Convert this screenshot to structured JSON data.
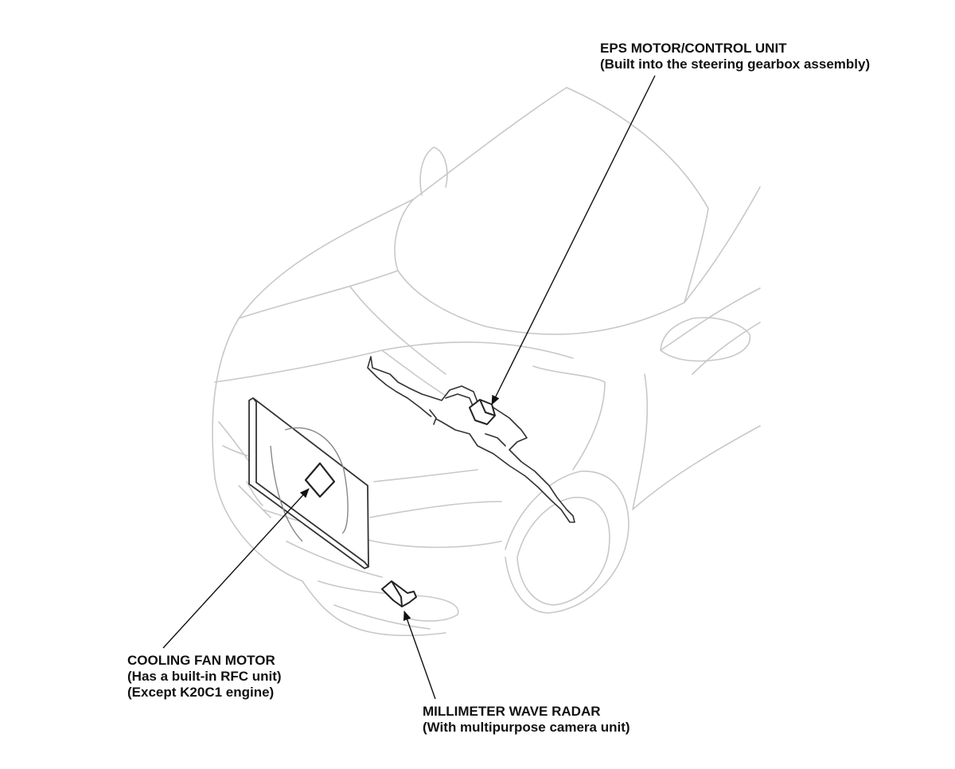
{
  "callouts": {
    "eps": {
      "title": "EPS MOTOR/CONTROL UNIT",
      "note": "(Built into the steering gearbox assembly)"
    },
    "fan": {
      "title": "COOLING FAN MOTOR",
      "note1": "(Has a built-in RFC unit)",
      "note2": "(Except K20C1 engine)"
    },
    "radar": {
      "title": "MILLIMETER WAVE RADAR",
      "note": "(With multipurpose camera unit)"
    }
  },
  "colors": {
    "body_outline": "#c8c8c8",
    "component_outline": "#333333",
    "leader_line": "#111111",
    "text": "#111111"
  }
}
